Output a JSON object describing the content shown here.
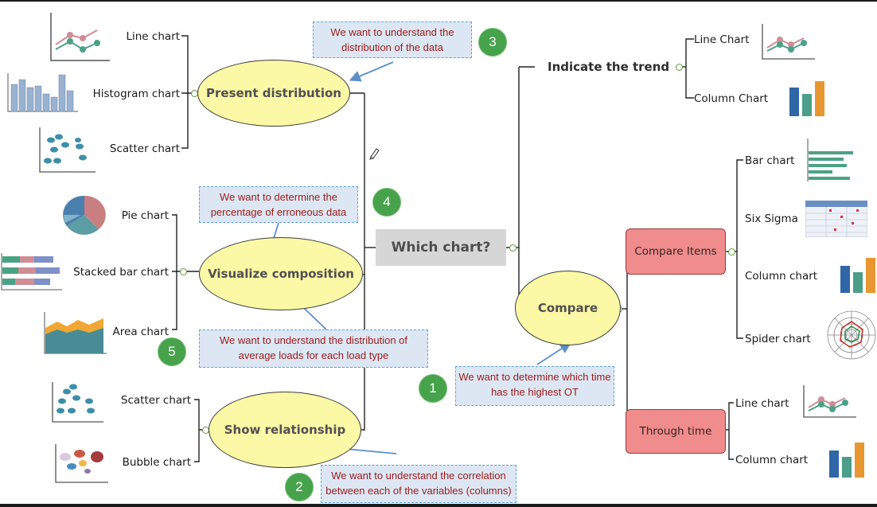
{
  "central": {
    "label": "Which chart?"
  },
  "left_branches": {
    "distribution": {
      "label": "Present distribution",
      "items": [
        "Line chart",
        "Histogram chart",
        "Scatter chart"
      ]
    },
    "composition": {
      "label": "Visualize composition",
      "items": [
        "Pie chart",
        "Stacked bar chart",
        "Area chart"
      ]
    },
    "relationship": {
      "label": "Show relationship",
      "items": [
        "Scatter chart",
        "Bubble chart"
      ]
    }
  },
  "right_branches": {
    "trend": {
      "label": "Indicate the trend",
      "items": [
        "Line Chart",
        "Column Chart"
      ]
    },
    "compare": {
      "label": "Compare",
      "compare_items": {
        "label": "Compare Items",
        "items": [
          "Bar chart",
          "Six Sigma",
          "Column chart",
          "Spider chart"
        ]
      },
      "through_time": {
        "label": "Through time",
        "items": [
          "Line chart",
          "Column chart"
        ]
      }
    }
  },
  "notes": {
    "n3": {
      "line1": "We want to understand the",
      "line2": "distribution of the data",
      "number": "3"
    },
    "n4": {
      "line1": "We want to determine the",
      "line2": "percentage of erroneous data",
      "number": "4"
    },
    "n5": {
      "line1": "We want to understand the distribution of",
      "line2": "average loads for each load type",
      "number": "5"
    },
    "n1": {
      "line1": "We want to determine which time",
      "line2": "has the highest OT",
      "number": "1"
    },
    "n2": {
      "line1": "We want to understand the correlation",
      "line2": "between each of the variables (columns)",
      "number": "2"
    }
  },
  "colors": {
    "oval_fill": "#fbf8a6",
    "note_fill": "#dde7f3",
    "note_border": "#5aa4d8",
    "note_text": "#9b1a1a",
    "badge_green": "#47a34b",
    "red_box": "#f08c8c",
    "arrow_blue": "#5b8fc9",
    "central_gray": "#d6d6d6"
  }
}
